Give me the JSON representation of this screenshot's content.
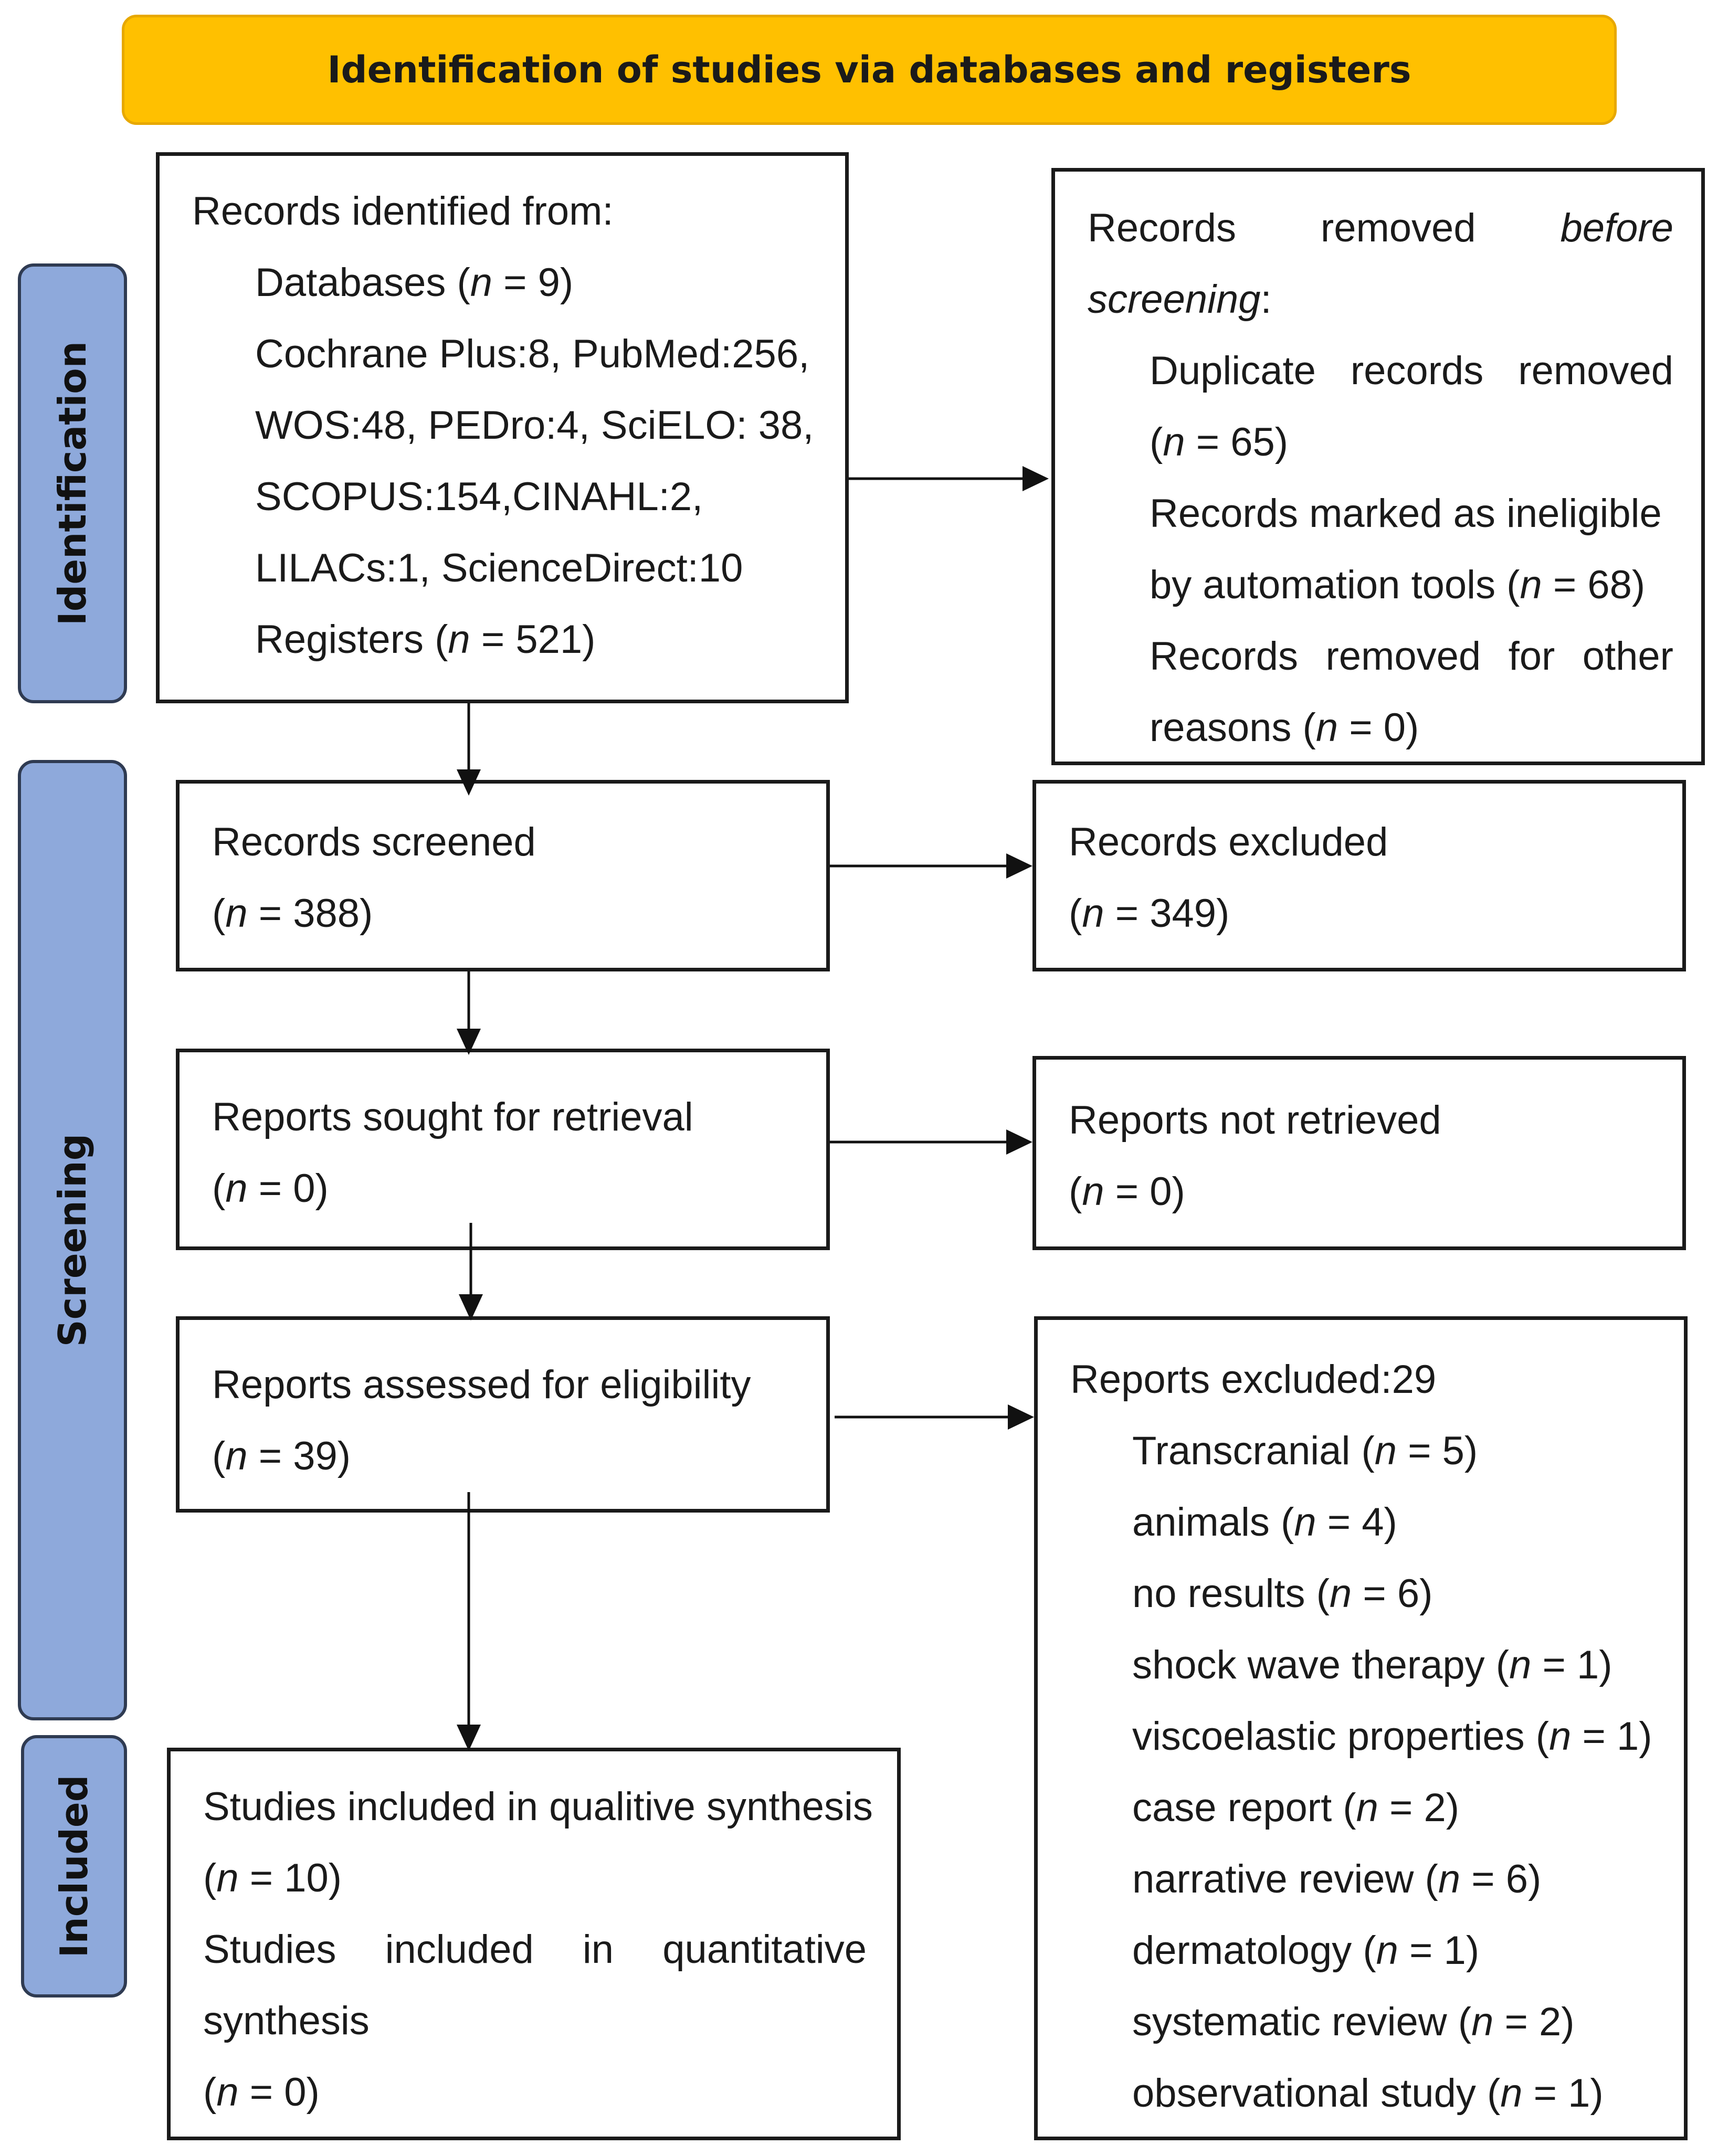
{
  "banner": {
    "title": "Identification of studies via databases and registers"
  },
  "phases": {
    "identification": "Identification",
    "screening": "Screening",
    "included": "Included"
  },
  "identified": {
    "heading": "Records identified from:",
    "databases_label": "Databases (",
    "databases_value": " = 9)",
    "sources_line1": "Cochrane Plus:8, PubMed:256,",
    "sources_line2": "WOS:48, PEDro:4, SciELO: 38,",
    "sources_line3": "SCOPUS:154,CINAHL:2,",
    "sources_line4": "LILACs:1, ScienceDirect:10",
    "registers_label": "Registers (",
    "registers_value": " = 521)"
  },
  "removed": {
    "line1_a": "Records",
    "line1_b": "removed",
    "line1_c": "before",
    "line2_a": "screening",
    "line2_b": ":",
    "duplicates_a": "Duplicate",
    "duplicates_b": "records",
    "duplicates_c": "removed",
    "duplicates_value": " = 65)",
    "ineligible_line1": "Records marked as ineligible",
    "ineligible_line2": "by automation tools (",
    "ineligible_value": " = 68)",
    "other_a": "Records",
    "other_b": "removed",
    "other_c": "for",
    "other_d": "other",
    "other_line2": "reasons (",
    "other_value": " = 0)"
  },
  "screened": {
    "label": "Records screened",
    "value": " = 388)"
  },
  "excluded": {
    "label": "Records excluded",
    "value": " = 349)"
  },
  "sought": {
    "label": "Reports sought for retrieval",
    "value": " = 0)"
  },
  "not_retrieved": {
    "label": "Reports not retrieved",
    "value": " = 0)"
  },
  "assessed": {
    "label": "Reports assessed for eligibility",
    "value": " = 39)"
  },
  "reports_excluded": {
    "heading": "Reports excluded:29",
    "reasons": [
      {
        "label": "Transcranial (",
        "value": " = 5)"
      },
      {
        "label": "animals (",
        "value": " = 4)"
      },
      {
        "label": "no results (",
        "value": " = 6)"
      },
      {
        "label": "shock wave therapy (",
        "value": " = 1)"
      },
      {
        "label": "viscoelastic properties (",
        "value": " = 1)"
      },
      {
        "label": "case report (",
        "value": " = 2)"
      },
      {
        "label": "narrative review (",
        "value": " = 6)"
      },
      {
        "label": "dermatology (",
        "value": " = 1)"
      },
      {
        "label": "systematic review (",
        "value": " = 2)"
      },
      {
        "label": "observational study (",
        "value": " = 1)"
      }
    ]
  },
  "included": {
    "qualitative_label": "Studies included in qualitive synthesis",
    "qualitative_value": " = 10)",
    "quant_a": "Studies",
    "quant_b": "included",
    "quant_c": "in",
    "quant_d": "quantitative",
    "quant_line2": "synthesis",
    "quantitative_value": " = 0)"
  },
  "symbols": {
    "n": "n",
    "open": "("
  }
}
